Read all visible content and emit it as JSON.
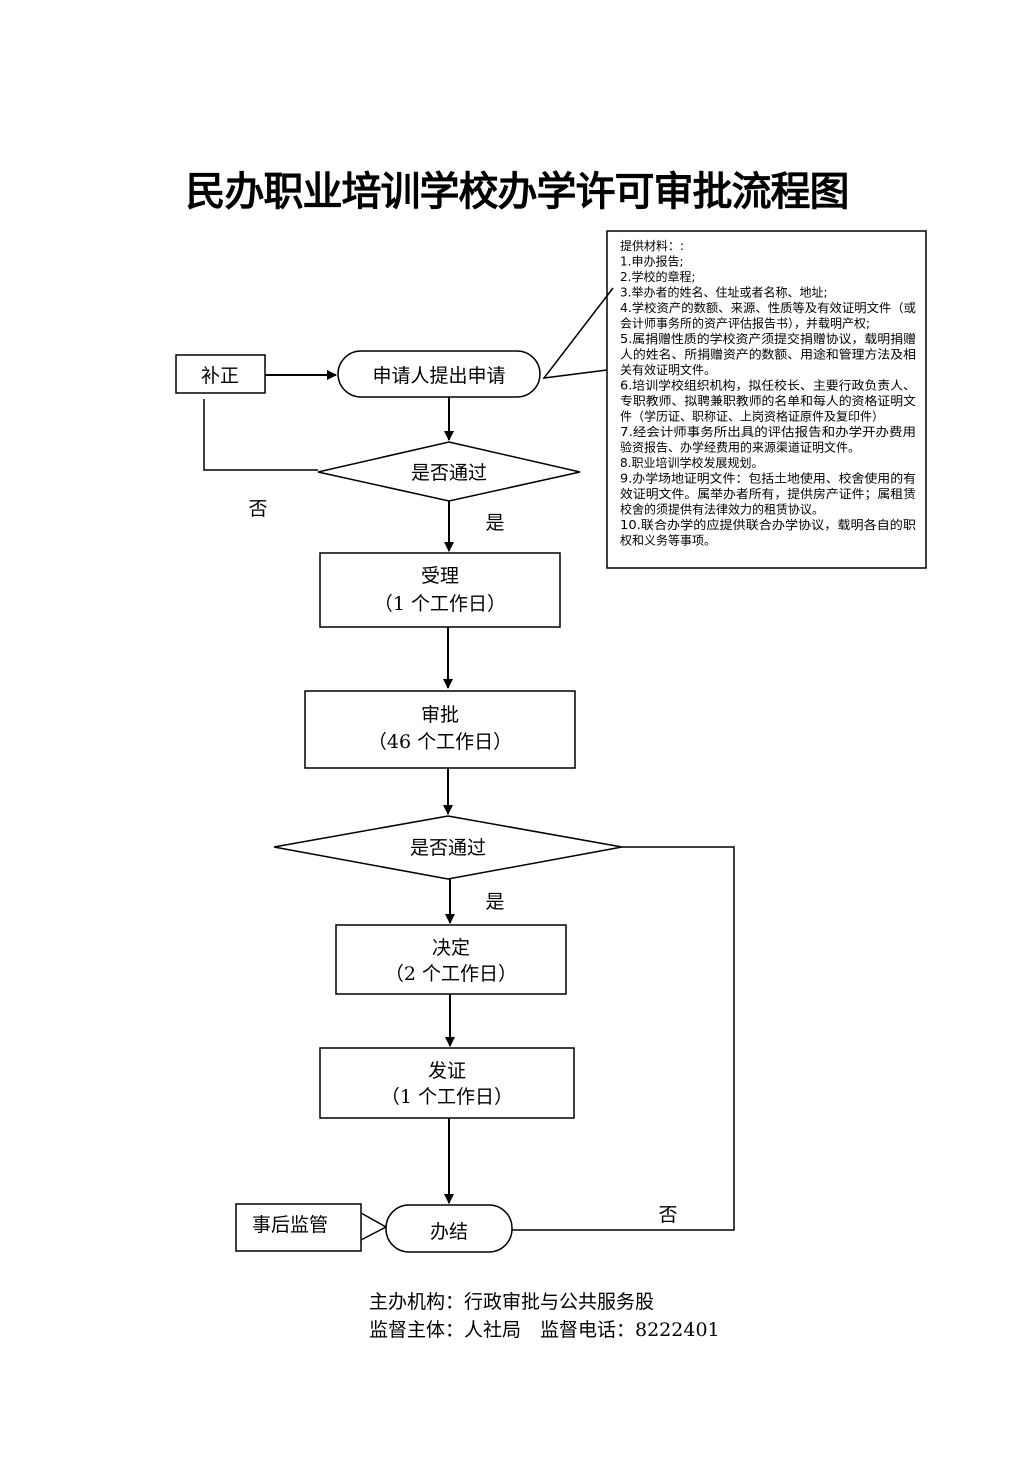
{
  "title": "民办职业培训学校办学许可审批流程图",
  "materials": {
    "lines": [
      "提供材料：:",
      "1.申办报告;",
      "2.学校的章程;",
      "3.举办者的姓名、住址或者名称、地址;",
      "4.学校资产的数额、来源、性质等及有效证明文件（或",
      "会计师事务所的资产评估报告书），并载明产权;",
      "5.属捐赠性质的学校资产须提交捐赠协议，载明捐赠",
      "人的姓名、所捐赠资产的数额、用途和管理方法及相",
      "关有效证明文件。",
      "6.培训学校组织机构，拟任校长、主要行政负责人、",
      "专职教师、拟聘兼职教师的名单和每人的资格证明文",
      "件（学历证、职称证、上岗资格证原件及复印件）",
      "7.经会计师事务所出具的评估报告和办学开办费用",
      "验资报告、办学经费用的来源渠道证明文件。",
      "8.职业培训学校发展规划。",
      "9.办学场地证明文件：包括土地使用、校舍使用的有",
      "效证明文件。属举办者所有，提供房产证件；属租赁",
      "校舍的须提供有法律效力的租赁协议。",
      "10.联合办学的应提供联合办学协议，载明各自的职",
      "权和义务等事项。"
    ]
  },
  "nodes": {
    "supplement": "补正",
    "apply": "申请人提出申请",
    "check1": "是否通过",
    "accept": {
      "name": "受理",
      "time": "（1 个工作日）"
    },
    "approve": {
      "name": "审批",
      "time": "（46 个工作日）"
    },
    "check2": "是否通过",
    "decide": {
      "name": "决定",
      "time": "（2 个工作日）"
    },
    "certify": {
      "name": "发证",
      "time": "（1 个工作日）"
    },
    "supervise": "事后监管",
    "finish": "办结"
  },
  "labels": {
    "no1": "否",
    "yes1": "是",
    "yes2": "是",
    "no2": "否"
  },
  "footer": {
    "line1": "主办机构：行政审批与公共服务股",
    "line2": "监督主体：人社局　监督电话：8222401"
  }
}
